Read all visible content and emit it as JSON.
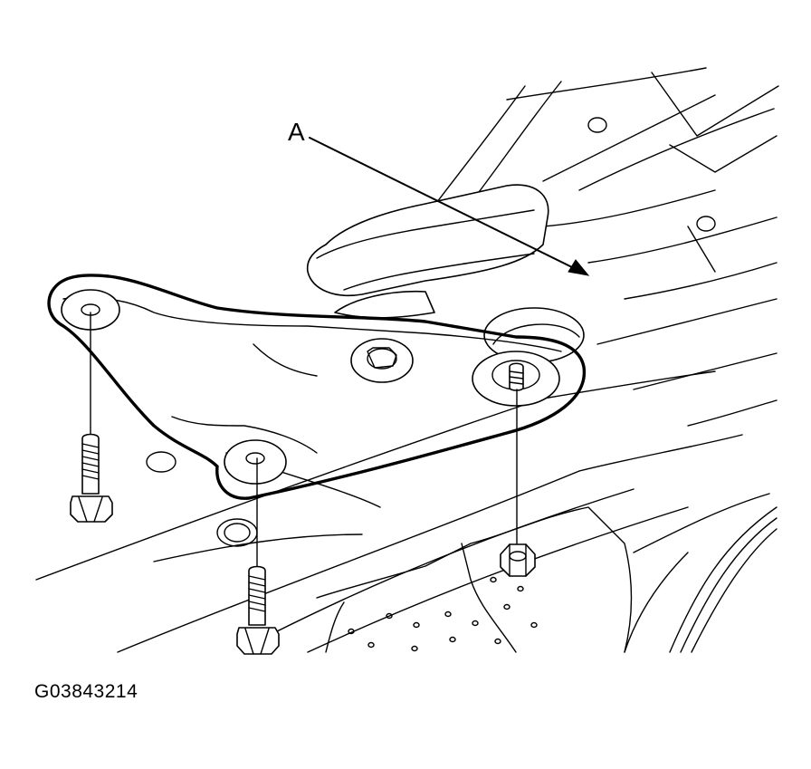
{
  "callouts": {
    "a": "A"
  },
  "figure_id": "G03843214",
  "parts": [
    {
      "name": "bracket",
      "label": ""
    },
    {
      "name": "bolt-left",
      "label": ""
    },
    {
      "name": "bolt-center",
      "label": ""
    },
    {
      "name": "nut-right",
      "label": ""
    }
  ]
}
